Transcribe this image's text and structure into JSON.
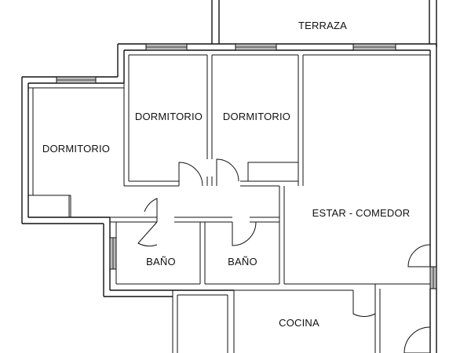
{
  "plan": {
    "rooms": {
      "terraza": "TERRAZA",
      "dormitorio_1": "DORMITORIO",
      "dormitorio_2": "DORMITORIO",
      "dormitorio_3": "DORMITORIO",
      "estar_comedor": "ESTAR - COMEDOR",
      "bano_1": "BAÑO",
      "bano_2": "BAÑO",
      "cocina": "COCINA"
    }
  }
}
